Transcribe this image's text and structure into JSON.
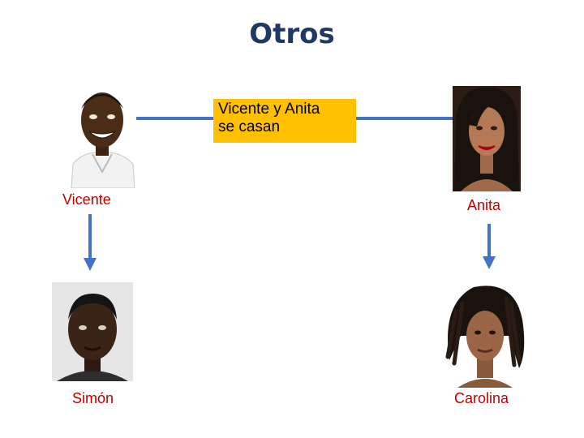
{
  "title": "Otros",
  "marriage": {
    "text_line1": "Vicente y Anita",
    "text_line2": "se casan"
  },
  "people": {
    "vicente": {
      "name": "Vicente"
    },
    "anita": {
      "name": "Anita"
    },
    "simon": {
      "name": "Simón"
    },
    "carolina": {
      "name": "Carolina"
    }
  },
  "colors": {
    "title": "#1f3864",
    "label": "#c00000",
    "box_fill": "#ffc000",
    "connector": "#4472c4"
  }
}
